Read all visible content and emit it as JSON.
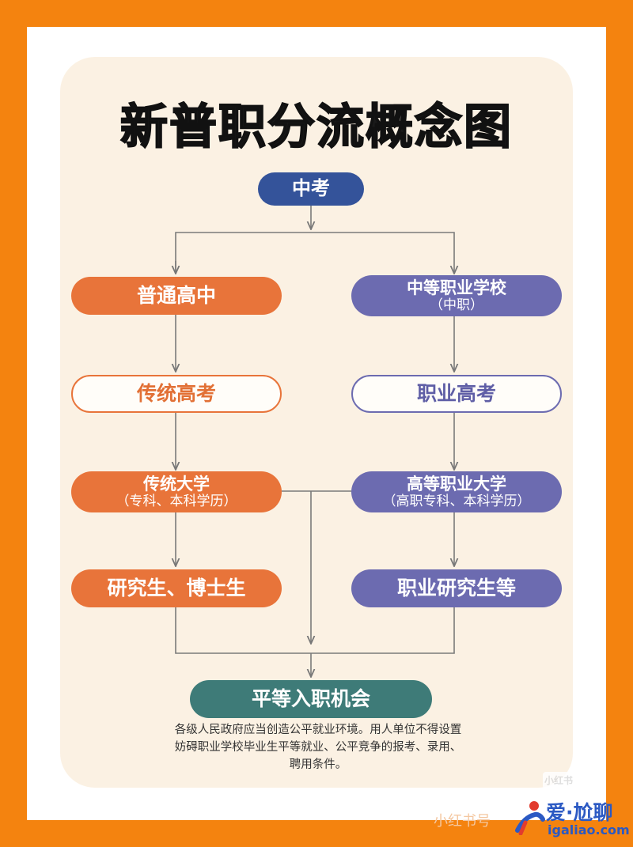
{
  "title": "新普职分流概念图",
  "nodes": {
    "zhongkao": {
      "label": "中考"
    },
    "putong_gaozhong": {
      "label": "普通高中"
    },
    "zhongzhi": {
      "label": "中等职业学校",
      "sub": "（中职）"
    },
    "chuantong_gaokao": {
      "label": "传统高考"
    },
    "zhiye_gaokao": {
      "label": "职业高考"
    },
    "chuantong_daxue": {
      "label": "传统大学",
      "sub": "（专科、本科学历）"
    },
    "gaodeng_zhiye_daxue": {
      "label": "高等职业大学",
      "sub": "（高职专科、本科学历）"
    },
    "yanjiusheng": {
      "label": "研究生、博士生"
    },
    "zhiye_yanjiusheng": {
      "label": "职业研究生等"
    },
    "pingdeng": {
      "label": "平等入职机会"
    }
  },
  "footnote": "各级人民政府应当创造公平就业环境。用人单位不得设置妨碍职业学校毕业生平等就业、公平竞争的报考、录用、聘用条件。",
  "watermark": {
    "corner_mark": "小红书",
    "text": "小红书号",
    "brand": "爱·尬聊",
    "domain": "igaliao.com"
  },
  "colors": {
    "orange": "#e8743a",
    "purple": "#6c6bb0",
    "teal": "#3e7b78",
    "navy": "#34539a",
    "background": "#f4830f",
    "panel": "#fbf1e3"
  }
}
